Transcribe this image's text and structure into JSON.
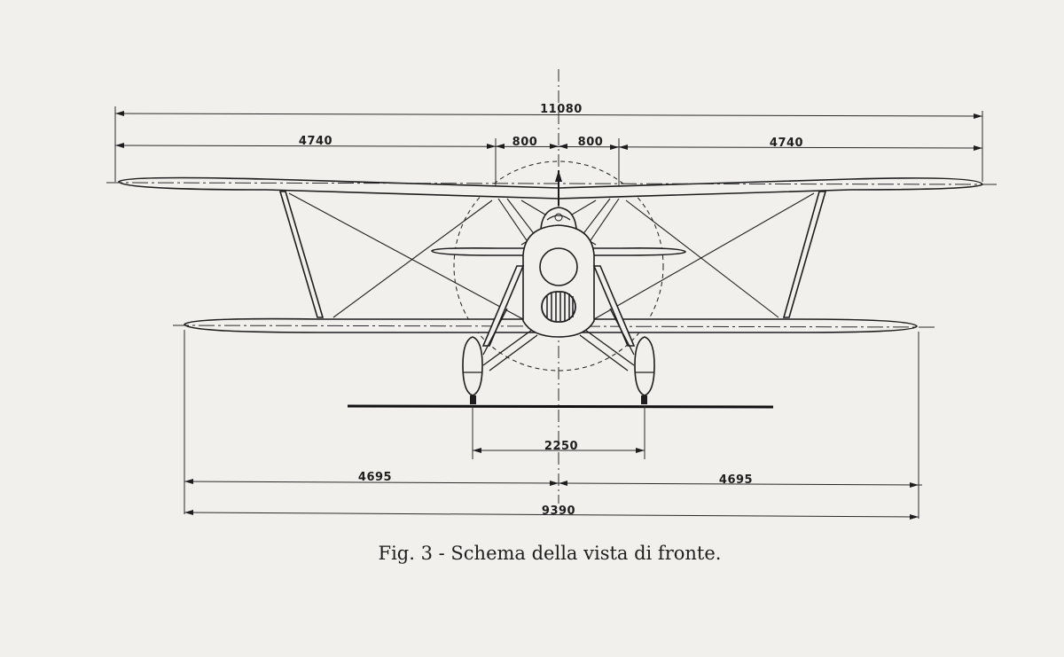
{
  "drawing": {
    "dimensions": {
      "span_upper": "11080",
      "upper_left": "4740",
      "upper_center_left": "800",
      "upper_center_right": "800",
      "upper_right": "4740",
      "wheel_track": "2250",
      "lower_left": "4695",
      "lower_right": "4695",
      "span_lower": "9390"
    }
  },
  "caption": "Fig. 3 - Schema della vista di fronte."
}
